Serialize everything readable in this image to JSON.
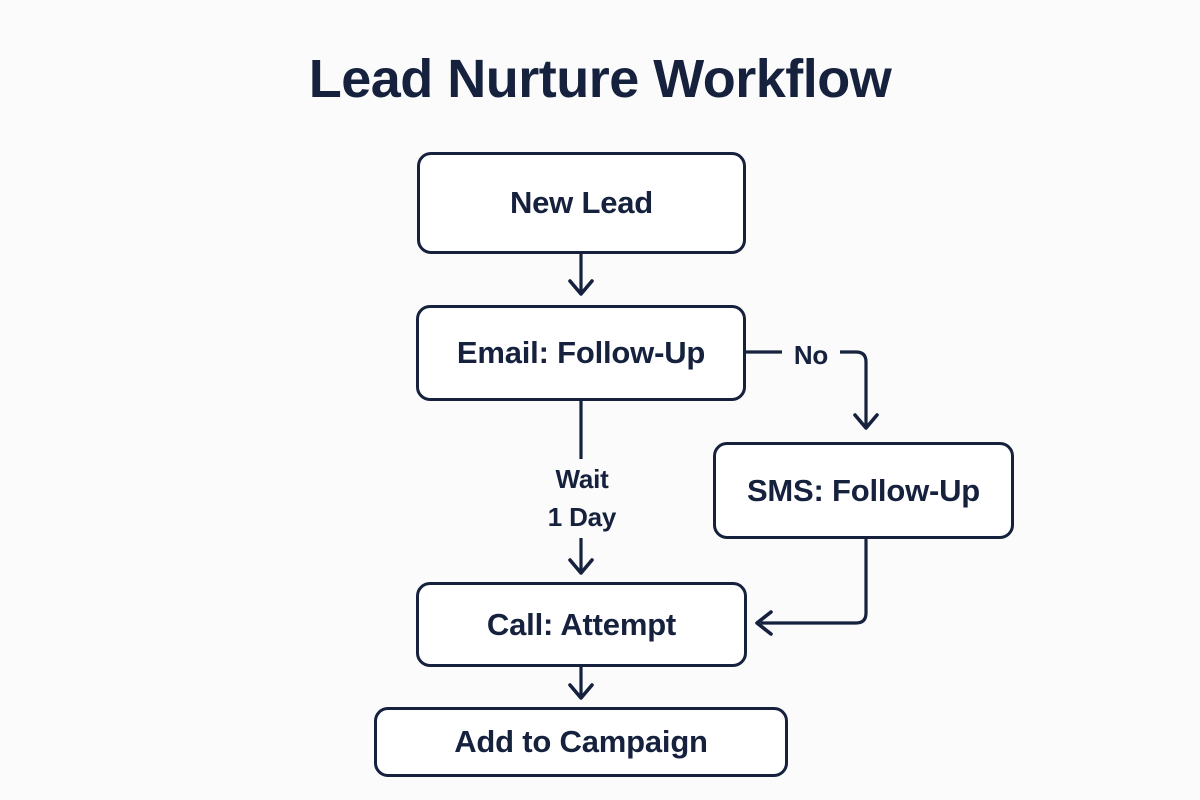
{
  "title": "Lead Nurture Workflow",
  "theme": {
    "background": "#fbfbfc",
    "node_fill": "#ffffff",
    "stroke": "#16213e",
    "text": "#16213e"
  },
  "chart_data": {
    "type": "diagram",
    "diagram_kind": "flowchart",
    "orientation": "top-to-bottom",
    "title": "Lead Nurture Workflow",
    "nodes": [
      {
        "id": "new_lead",
        "label": "New Lead",
        "shape": "rounded-rect"
      },
      {
        "id": "email",
        "label": "Email: Follow-Up",
        "shape": "rounded-rect"
      },
      {
        "id": "sms",
        "label": "SMS: Follow-Up",
        "shape": "rounded-rect"
      },
      {
        "id": "call",
        "label": "Call: Attempt",
        "shape": "rounded-rect"
      },
      {
        "id": "campaign",
        "label": "Add to Campaign",
        "shape": "rounded-rect"
      }
    ],
    "edges": [
      {
        "from": "new_lead",
        "to": "email",
        "label": ""
      },
      {
        "from": "email",
        "to": "sms",
        "label": "No"
      },
      {
        "from": "email",
        "to": "call",
        "label": "Wait\n1 Day"
      },
      {
        "from": "sms",
        "to": "call",
        "label": ""
      },
      {
        "from": "call",
        "to": "campaign",
        "label": ""
      }
    ]
  },
  "nodes": {
    "new_lead": "New Lead",
    "email": "Email: Follow-Up",
    "sms": "SMS: Follow-Up",
    "call": "Call: Attempt",
    "campaign": "Add to Campaign"
  },
  "edge_labels": {
    "no": "No",
    "wait": "Wait\n1 Day"
  }
}
